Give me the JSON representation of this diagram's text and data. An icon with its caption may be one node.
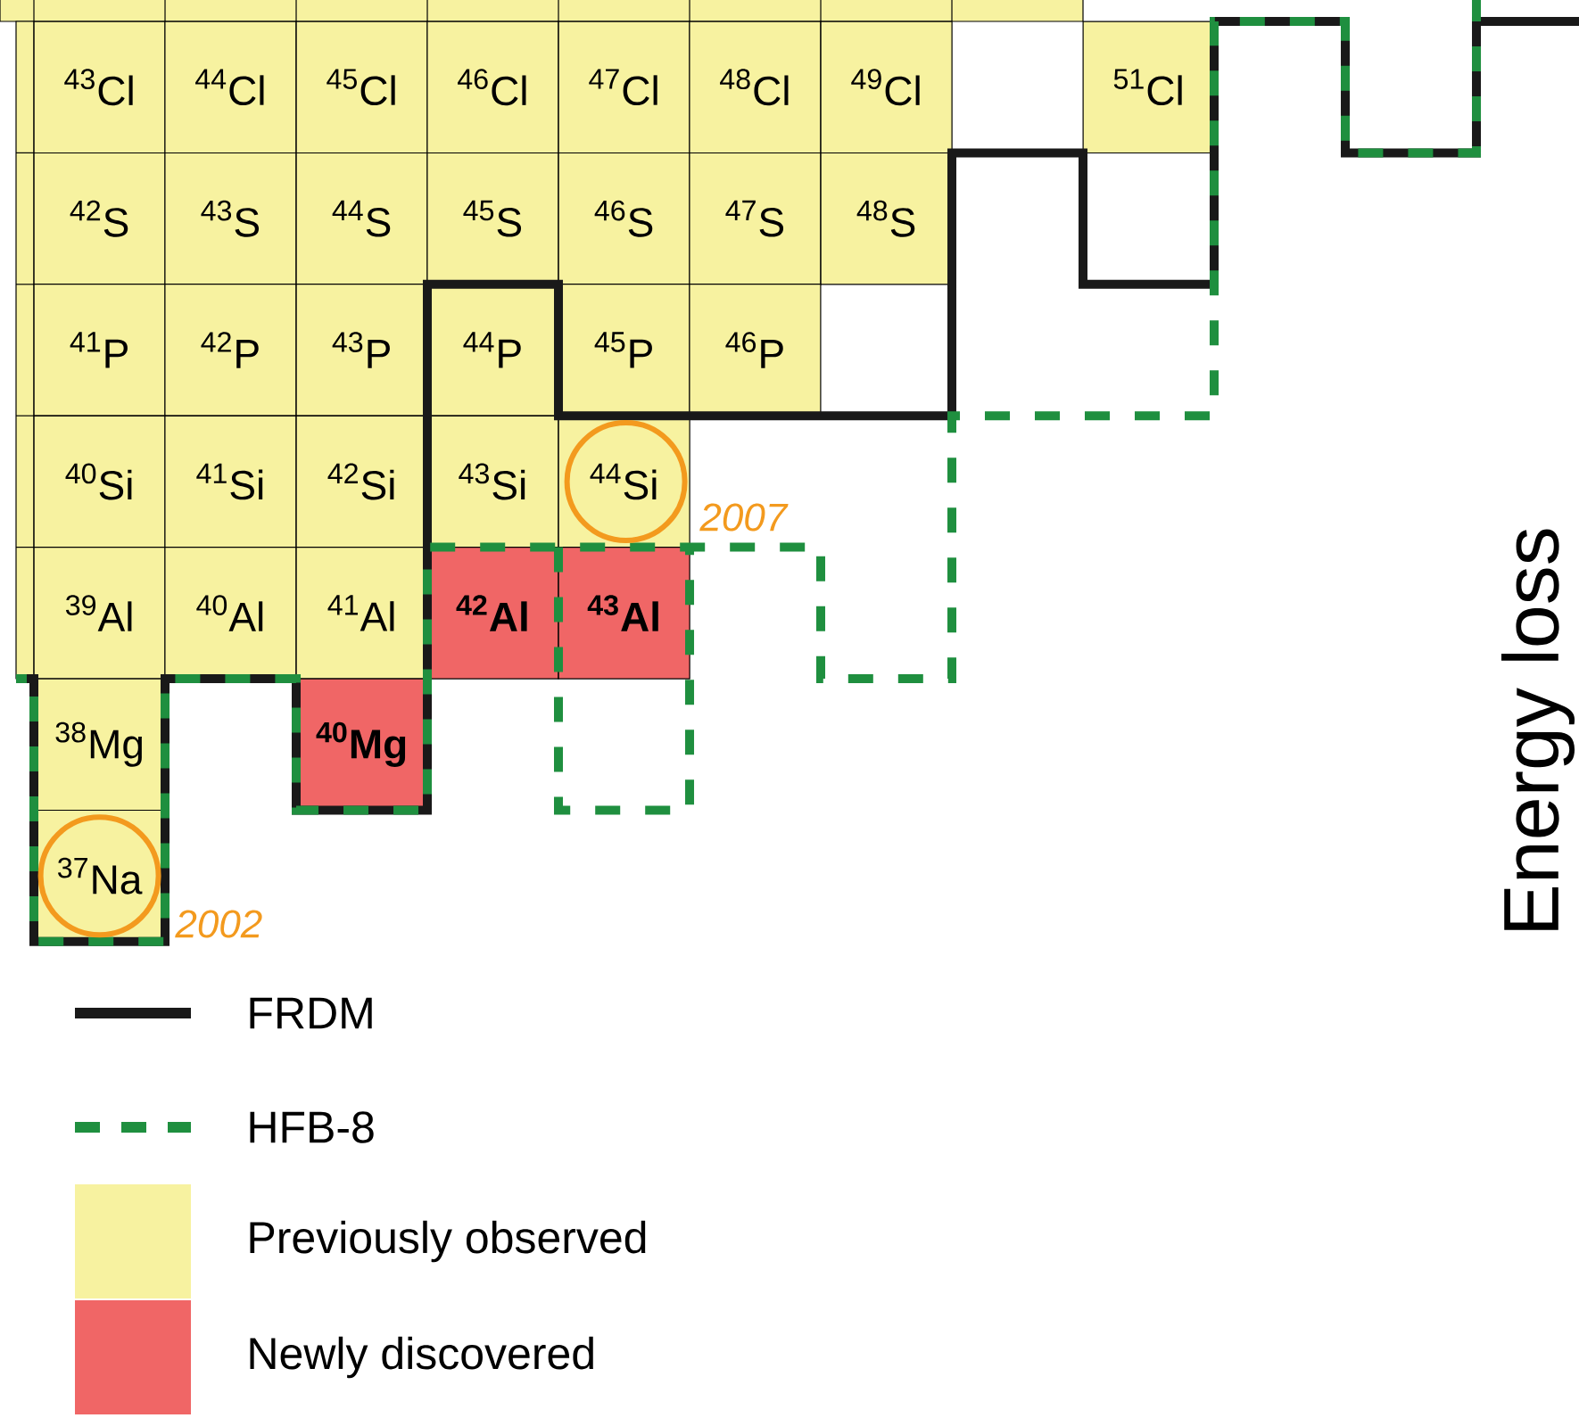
{
  "diagram": {
    "nodes": [
      {
        "text": [
          "$^{43}$Cl"
        ]
      },
      {
        "text": [
          "$^{44}$Cl"
        ]
      },
      {
        "text": [
          "$^{45}$Cl"
        ]
      },
      {
        "text": [
          "$^{46}$Cl"
        ]
      },
      {
        "text": [
          "$^{47}$Cl"
        ]
      },
      {
        "text": [
          "$^{48}$Cl"
        ]
      },
      {
        "text": [
          "$^{49}$Cl"
        ]
      },
      {
        "text": [
          "$^{51}$Cl"
        ]
      },
      {
        "text": [
          "$^{42}$S"
        ]
      },
      {
        "text": [
          "$^{43}$S"
        ]
      },
      {
        "text": [
          "$^{44}$S"
        ]
      },
      {
        "text": [
          "$^{45}$S"
        ]
      },
      {
        "text": [
          "$^{46}$S"
        ]
      },
      {
        "text": [
          "$^{47}$S"
        ]
      },
      {
        "text": [
          "$^{48}$S"
        ]
      },
      {
        "text": [
          "$^{41}$P"
        ]
      },
      {
        "text": [
          "$^{42}$P"
        ]
      },
      {
        "text": [
          "$^{43}$P"
        ]
      },
      {
        "text": [
          "$^{44}$P"
        ]
      },
      {
        "text": [
          "$^{45}$P"
        ]
      },
      {
        "text": [
          "$^{46}$P"
        ]
      },
      {
        "text": [
          "$^{40}$Si"
        ]
      },
      {
        "text": [
          "$^{41}$Si"
        ]
      },
      {
        "text": [
          "$^{42}$Si"
        ]
      },
      {
        "text": [
          "$^{43}$Si"
        ]
      },
      {
        "text": [
          "$^{44}$Si"
        ]
      },
      {
        "text": [
          "$^{39}$Al"
        ]
      },
      {
        "text": [
          "$^{40}$Al"
        ]
      },
      {
        "text": [
          "$^{41}$Al"
        ]
      },
      {
        "text": [
          "$^{42}$Al"
        ]
      },
      {
        "text": [
          "$^{43}$Al"
        ]
      },
      {
        "text": [
          "$^{38}$Mg"
        ]
      },
      {
        "text": [
          "$^{40}$Mg"
        ]
      },
      {
        "text": [
          "$^{37}$Na"
        ]
      }
    ],
    "labels": [
      "2007",
      "Energy loss",
      "2002"
    ],
    "legend": [
      {
        "text": "FRDM"
      },
      {
        "text": "HFB-8"
      },
      {
        "text": "Previously observed",
        "color": "#f7f2a0"
      },
      {
        "text": "Newly discovered",
        "color": "#f06666"
      }
    ]
  }
}
